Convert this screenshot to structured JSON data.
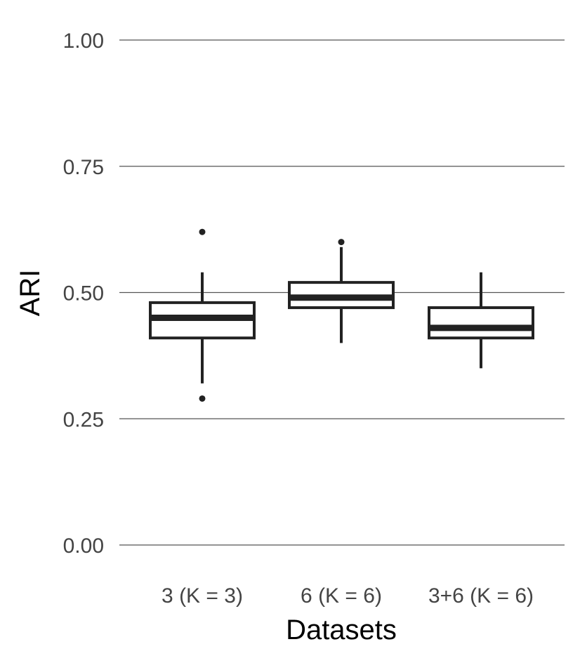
{
  "chart_data": {
    "type": "box",
    "xlabel": "Datasets",
    "ylabel": "ARI",
    "ylim": [
      0,
      1
    ],
    "yticks": [
      0.0,
      0.25,
      0.5,
      0.75,
      1.0
    ],
    "ytick_labels": [
      "0.00",
      "0.25",
      "0.50",
      "0.75",
      "1.00"
    ],
    "grid": "horizontal major",
    "categories": [
      "3 (K = 3)",
      "6 (K = 6)",
      "3+6 (K = 6)"
    ],
    "boxes": [
      {
        "category": "3 (K = 3)",
        "whisker_low": 0.32,
        "q1": 0.41,
        "median": 0.45,
        "q3": 0.48,
        "whisker_high": 0.54,
        "outliers": [
          0.62,
          0.29
        ]
      },
      {
        "category": "6 (K = 6)",
        "whisker_low": 0.4,
        "q1": 0.47,
        "median": 0.49,
        "q3": 0.52,
        "whisker_high": 0.59,
        "outliers": [
          0.6
        ]
      },
      {
        "category": "3+6 (K = 6)",
        "whisker_low": 0.35,
        "q1": 0.41,
        "median": 0.43,
        "q3": 0.47,
        "whisker_high": 0.54,
        "outliers": []
      }
    ],
    "colors": {
      "box_stroke": "#222222",
      "grid": "#555555",
      "tick_text": "#444444"
    }
  }
}
